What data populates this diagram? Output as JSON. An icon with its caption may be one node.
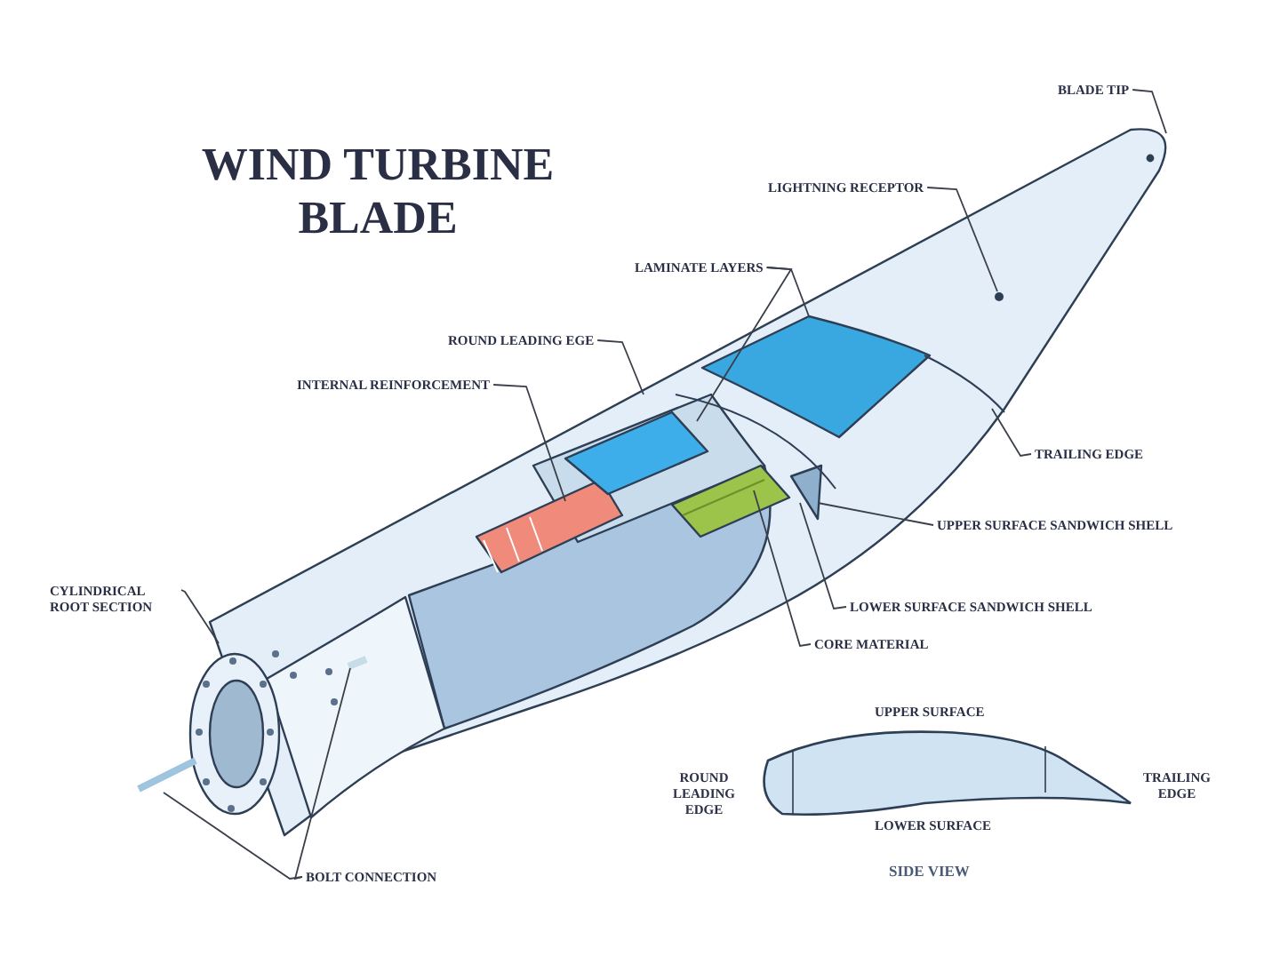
{
  "diagram": {
    "title": "WIND TURBINE BLADE",
    "nodes": [
      {
        "text": [
          "BLADE TIP"
        ]
      },
      {
        "text": [
          "LIGHTNING RECEPTOR"
        ]
      },
      {
        "text": [
          "LAMINATE LAYERS"
        ]
      },
      {
        "text": [
          "ROUND LEADING EGE"
        ]
      },
      {
        "text": [
          "INTERNAL REINFORCEMENT"
        ]
      },
      {
        "text": [
          "TRAILING EDGE"
        ]
      },
      {
        "text": [
          "UPPER SURFACE SANDWICH SHELL"
        ]
      },
      {
        "text": [
          "LOWER SURFACE SANDWICH SHELL"
        ]
      },
      {
        "text": [
          "CORE MATERIAL"
        ]
      },
      {
        "text": [
          "CYLINDRICAL ROOT SECTION"
        ]
      },
      {
        "text": [
          "BOLT CONNECTION"
        ]
      }
    ],
    "edges": [
      {
        "from": 0,
        "to": null,
        "arrow": "none"
      },
      {
        "from": 1,
        "to": null,
        "arrow": "none"
      },
      {
        "from": 2,
        "to": null,
        "arrow": "none"
      },
      {
        "from": 2,
        "to": null,
        "arrow": "none"
      },
      {
        "from": 3,
        "to": null,
        "arrow": "none"
      },
      {
        "from": 4,
        "to": null,
        "arrow": "none"
      },
      {
        "from": 5,
        "to": null,
        "arrow": "none"
      },
      {
        "from": 6,
        "to": null,
        "arrow": "none"
      },
      {
        "from": 7,
        "to": null,
        "arrow": "none"
      },
      {
        "from": 8,
        "to": null,
        "arrow": "none"
      },
      {
        "from": 9,
        "to": null,
        "arrow": "none"
      },
      {
        "from": 10,
        "to": null,
        "arrow": "none"
      },
      {
        "from": 10,
        "to": null,
        "arrow": "none"
      }
    ],
    "labels": [
      "UPPER SURFACE",
      "ROUND LEADING EDGE",
      "TRAILING EDGE",
      "LOWER SURFACE",
      "SIDE VIEW"
    ]
  }
}
